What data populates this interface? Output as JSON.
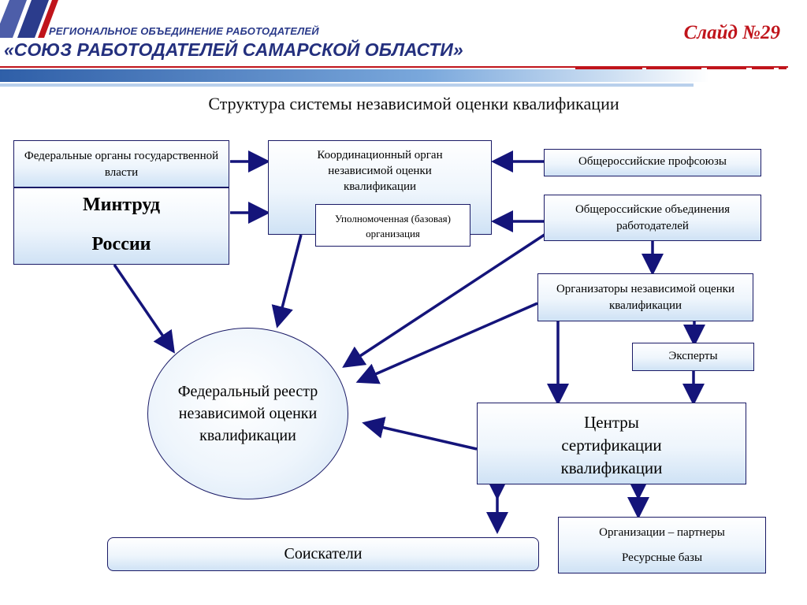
{
  "header": {
    "org_line1": "РЕГИОНАЛЬНОЕ ОБЪЕДИНЕНИЕ РАБОТОДАТЕЛЕЙ",
    "org_line2": "«СОЮЗ РАБОТОДАТЕЛЕЙ САМАРСКОЙ ОБЛАСТИ»",
    "slide_number": "Слайд №29",
    "colors": {
      "blue": "#24307e",
      "red": "#c0141b"
    }
  },
  "title": "Структура системы независимой оценки квалификации",
  "diagram": {
    "federal_bodies": "Федеральные органы государственной власти",
    "mintrud_line1": "Минтруд",
    "mintrud_line2": "России",
    "coordination_body": "Координационный орган независимой оценки квалификации",
    "authorized_org": "Уполномоченная (базовая) организация",
    "trade_unions": "Общероссийские профсоюзы",
    "employer_associations": "Общероссийские объединения работодателей",
    "organizers": "Организаторы независимой оценки квалификации",
    "experts": "Эксперты",
    "federal_registry": "Федеральный реестр независимой оценки квалификации",
    "certification_centers": "Центры сертификации квалификации",
    "applicants": "Соискатели",
    "partners_line1": "Организации – партнеры",
    "partners_line2": "Ресурсные базы",
    "arrow_color": "#14147a"
  }
}
